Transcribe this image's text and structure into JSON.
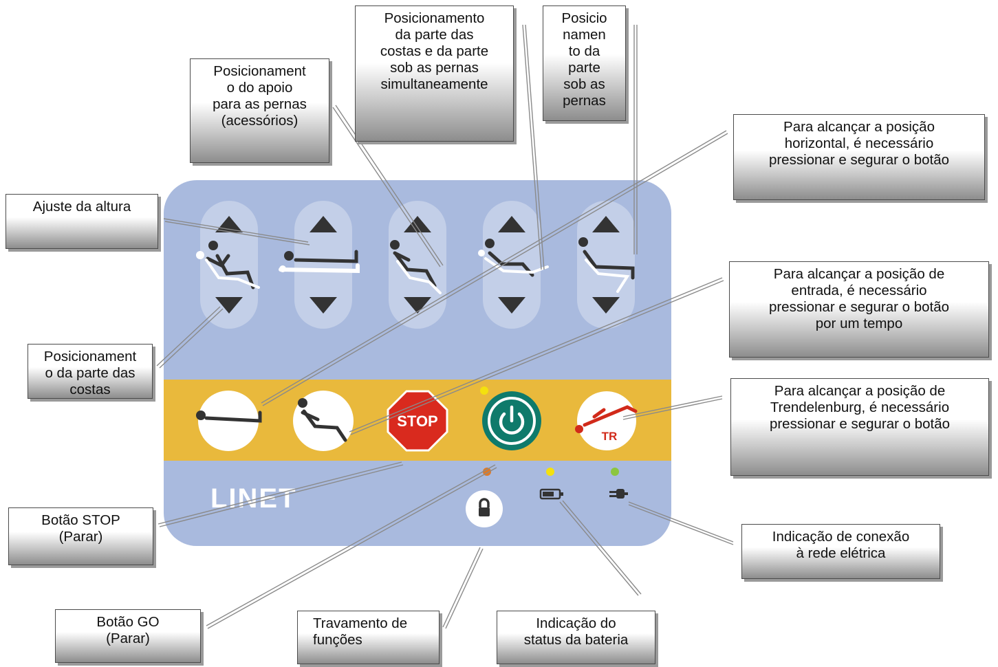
{
  "brand": "LINET",
  "stop_label": "STOP",
  "tr_label": "TR",
  "colors": {
    "panel": "#a9bade",
    "strip": "#e9b93c",
    "stop": "#d92a1e",
    "go": "#0f7a6b",
    "led_yellow": "#f4e10e",
    "led_orange": "#e07a26",
    "led_green": "#8cc63f",
    "tr_red": "#d12a1a"
  },
  "callouts": {
    "height_adjust": "Ajuste da altura",
    "leg_support": [
      "Posicionament",
      "o do apoio",
      "para as pernas",
      "(acessórios)"
    ],
    "back_legs_simultaneous": [
      "Posicionamento",
      "da parte das",
      "costas e da parte",
      "sob as pernas",
      "simultaneamente"
    ],
    "legs_part": [
      "Posicio",
      "namen",
      "to da",
      "parte",
      "sob as",
      "pernas"
    ],
    "horizontal": [
      "Para alcançar a posição",
      "horizontal, é necessário",
      "pressionar e segurar o botão"
    ],
    "back_part": [
      "Posicionament",
      "o da parte das",
      "costas"
    ],
    "entry": [
      "Para alcançar a posição de",
      "entrada, é necessário",
      "pressionar e segurar o botão",
      "por um tempo"
    ],
    "trendelenburg": [
      "Para alcançar a posição de",
      "Trendelenburg, é necessário",
      "pressionar e segurar o botão"
    ],
    "stop": [
      "Botão STOP",
      "(Parar)"
    ],
    "mains": [
      "Indicação de conexão",
      "à rede elétrica"
    ],
    "go": [
      "Botão GO",
      "(Parar)"
    ],
    "lock": [
      "Travamento de",
      "funções"
    ],
    "battery": [
      "Indicação do",
      "status da bateria"
    ]
  }
}
